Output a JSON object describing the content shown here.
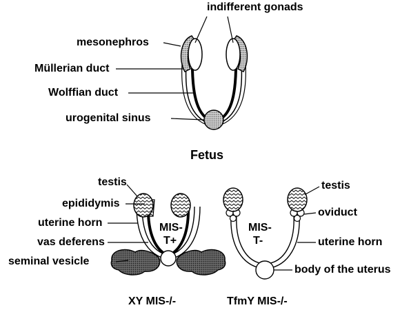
{
  "fetus": {
    "title": "Fetus",
    "labels": {
      "indifferent_gonads": "indifferent gonads",
      "mesonephros": "mesonephros",
      "mullerian_duct": "Müllerian duct",
      "wolffian_duct": "Wolffian duct",
      "urogenital_sinus": "urogenital sinus"
    }
  },
  "xy": {
    "caption": "XY MIS-/-",
    "center_line1": "MIS-",
    "center_line2": "T+",
    "labels": {
      "testis": "testis",
      "epididymis": "epididymis",
      "uterine_horn": "uterine horn",
      "vas_deferens": "vas deferens",
      "seminal_vesicle": "seminal vesicle"
    }
  },
  "tfm": {
    "caption": "TfmY MIS-/-",
    "center_line1": "MIS-",
    "center_line2": "T-",
    "labels": {
      "testis": "testis",
      "oviduct": "oviduct",
      "uterine_horn": "uterine horn",
      "body_of_uterus": "body of the uterus"
    }
  }
}
